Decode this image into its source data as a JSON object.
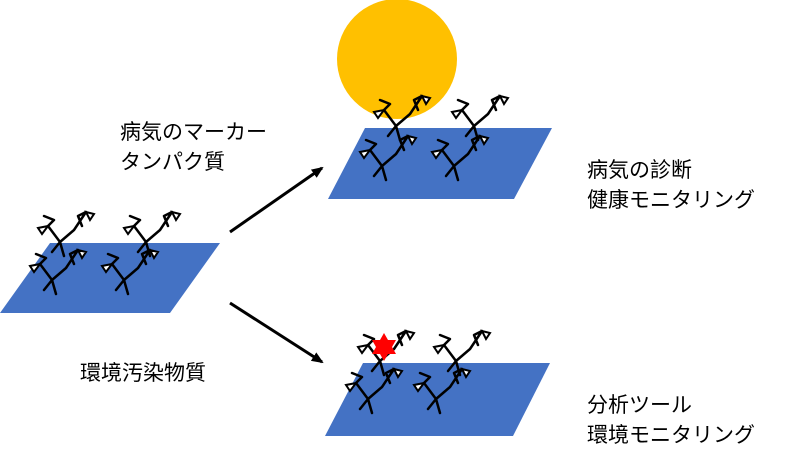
{
  "labels": {
    "marker_protein": {
      "line1": "病気のマーカー",
      "line2": "タンパク質"
    },
    "pollutant": {
      "line1": "環境汚染物質"
    },
    "diagnosis": {
      "line1": "病気の診断",
      "line2": "健康モニタリング"
    },
    "analysis": {
      "line1": "分析ツール",
      "line2": "環境モニタリング"
    }
  },
  "colors": {
    "substrate": "#4472C4",
    "protein_particle": "#FFC000",
    "pollutant_star": "#FF0000",
    "antibody_stroke": "#000000",
    "arrow": "#000000"
  },
  "icons": {
    "protein": "circle",
    "pollutant": "six-point-star",
    "receptor": "antibody-y-shape"
  }
}
